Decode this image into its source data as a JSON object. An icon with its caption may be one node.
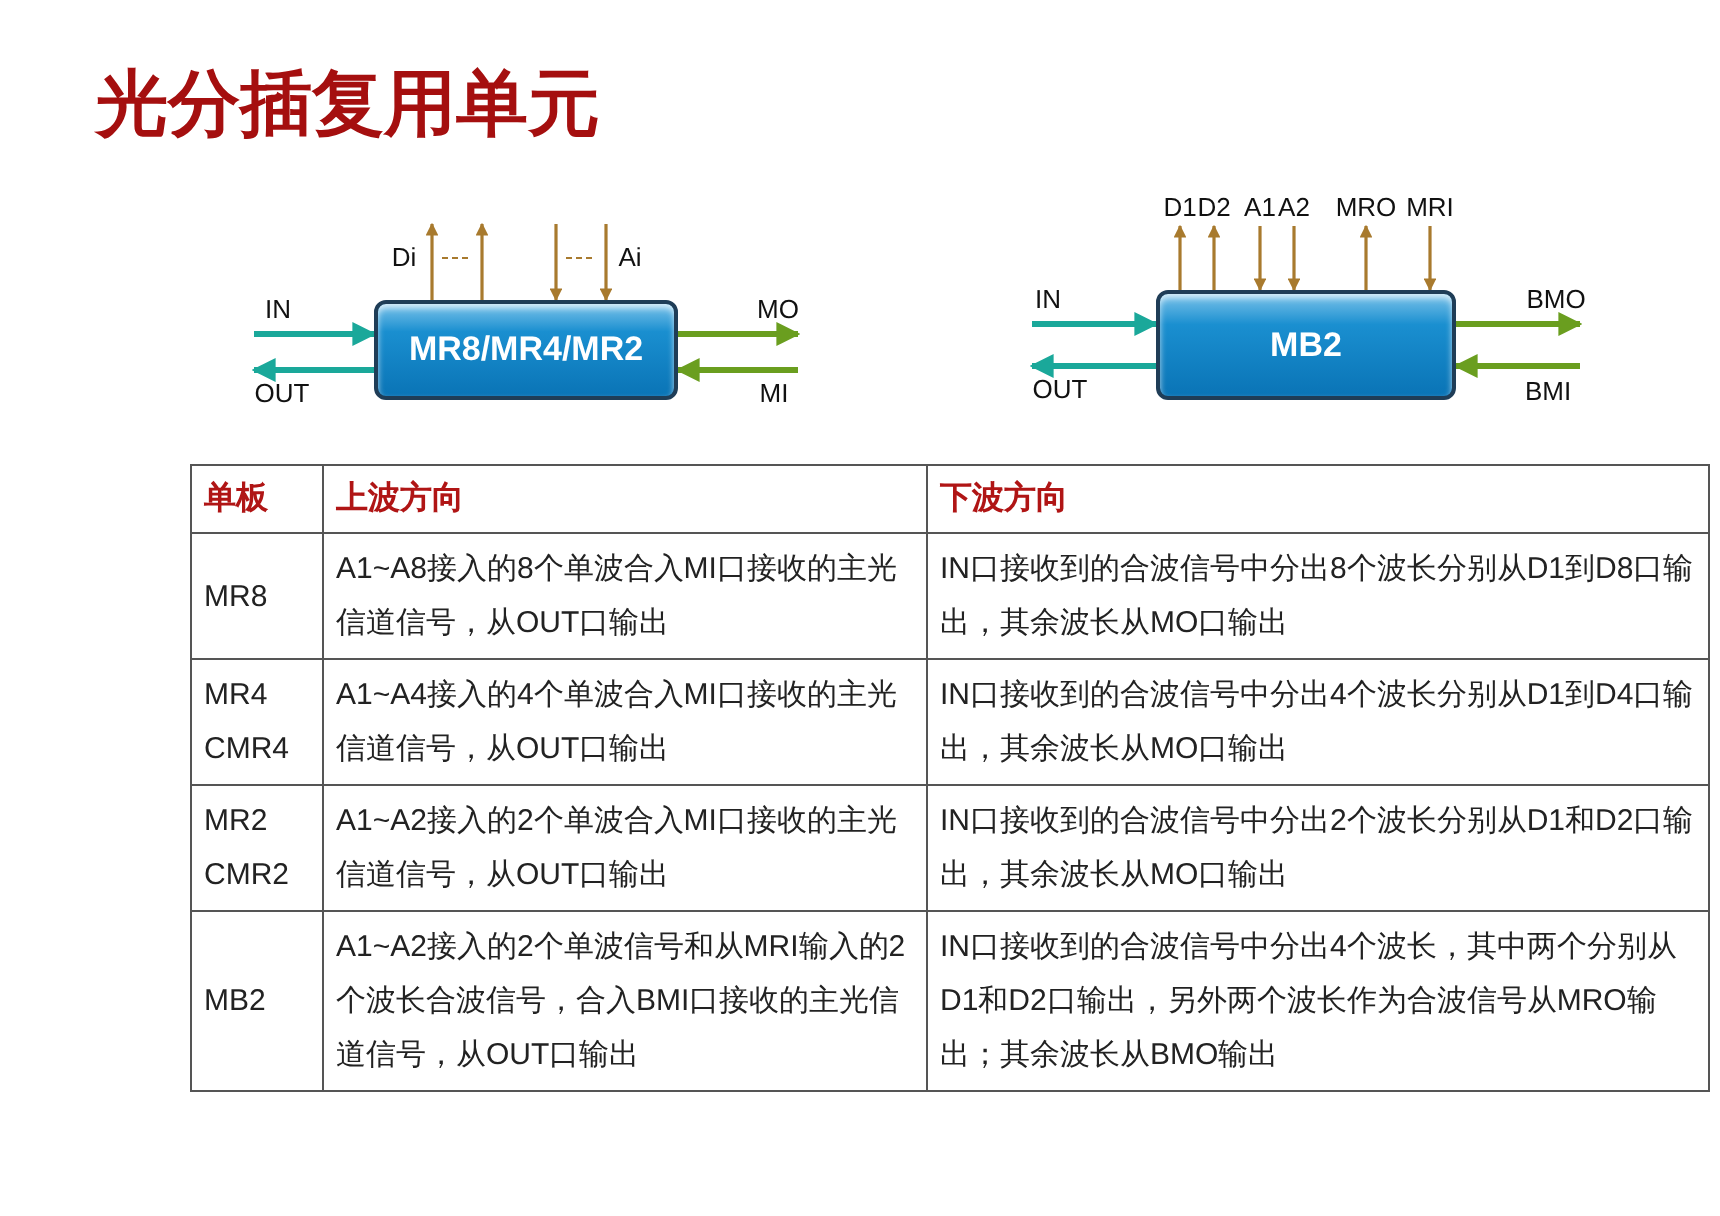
{
  "diagram": {
    "title": "光分插复用单元",
    "nodes": [
      {
        "text": [
          "MR8/MR4/MR2"
        ]
      },
      {
        "text": [
          "MB2"
        ]
      }
    ],
    "edges": [
      {
        "from": null,
        "to": 0,
        "arrow": "to",
        "label": "IN",
        "color": "#1aa89a"
      },
      {
        "from": 0,
        "to": null,
        "arrow": "to",
        "label": "OUT",
        "color": "#1aa89a"
      },
      {
        "from": 0,
        "to": null,
        "arrow": "to",
        "label": "MO",
        "color": "#6a9e1f"
      },
      {
        "from": null,
        "to": 0,
        "arrow": "to",
        "label": "MI",
        "color": "#6a9e1f"
      },
      {
        "from": 0,
        "to": null,
        "arrow": "to",
        "label": "Di"
      },
      {
        "from": 0,
        "to": null,
        "arrow": "to"
      },
      {
        "from": null,
        "to": 0,
        "arrow": "to"
      },
      {
        "from": null,
        "to": 0,
        "arrow": "to",
        "label": "Ai"
      },
      {
        "from": null,
        "to": 1,
        "arrow": "to",
        "label": "IN",
        "color": "#1aa89a"
      },
      {
        "from": 1,
        "to": null,
        "arrow": "to",
        "label": "OUT",
        "color": "#1aa89a"
      },
      {
        "from": 1,
        "to": null,
        "arrow": "to",
        "label": "BMO",
        "color": "#6a9e1f"
      },
      {
        "from": null,
        "to": 1,
        "arrow": "to",
        "label": "BMI",
        "color": "#6a9e1f"
      },
      {
        "from": 1,
        "to": null,
        "arrow": "to",
        "label": "D1"
      },
      {
        "from": 1,
        "to": null,
        "arrow": "to",
        "label": "D2"
      },
      {
        "from": null,
        "to": 1,
        "arrow": "to",
        "label": "A1"
      },
      {
        "from": null,
        "to": 1,
        "arrow": "to",
        "label": "A2"
      },
      {
        "from": 1,
        "to": null,
        "arrow": "to",
        "label": "MRO"
      },
      {
        "from": null,
        "to": 1,
        "arrow": "to",
        "label": "MRI"
      }
    ],
    "labels": [
      "单板",
      "上波方向",
      "下波方向",
      "MR8",
      "A1~A8接入的8个单波合入MI口接收的主光信道信号，从OUT口输出",
      "IN口接收到的合波信号中分出8个波长分别从D1到D8口输出，其余波长从MO口输出",
      "MR4 CMR4",
      "A1~A4接入的4个单波合入MI口接收的主光信道信号，从OUT口输出",
      "IN口接收到的合波信号中分出4个波长分别从D1到D4口输出，其余波长从MO口输出",
      "MR2 CMR2",
      "A1~A2接入的2个单波合入MI口接收的主光信道信号，从OUT口输出",
      "IN口接收到的合波信号中分出2个波长分别从D1和D2口输出，其余波长从MO口输出",
      "MB2",
      "A1~A2接入的2个单波信号和从MRI输入的2个波长合波信号，合入BMI口接收的主光信道信号，从OUT口输出",
      "IN口接收到的合波信号中分出4个波长，其中两个分别从D1和D2口输出，另外两个波长作为合波信号从MRO输出；其余波长从BMO输出"
    ]
  }
}
